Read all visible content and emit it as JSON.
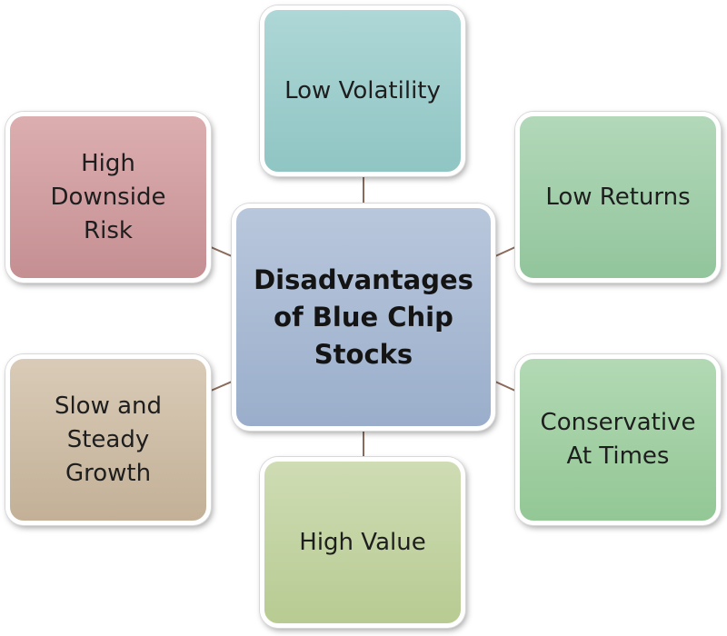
{
  "diagram": {
    "center": {
      "lines": [
        "Disadvantages",
        "of Blue Chip",
        "Stocks"
      ],
      "color": "#a9bad4"
    },
    "top": {
      "lines": [
        "Low Volatility"
      ],
      "color": "#9fcfcd"
    },
    "upper_right": {
      "lines": [
        "Low Returns"
      ],
      "color": "#a3cfaa"
    },
    "lower_right": {
      "lines": [
        "Conservative",
        "At Times"
      ],
      "color": "#a3d0a5"
    },
    "bottom": {
      "lines": [
        "High Value"
      ],
      "color": "#c4d4a3"
    },
    "lower_left": {
      "lines": [
        "Slow and",
        "Steady",
        "Growth"
      ],
      "color": "#cebea7"
    },
    "upper_left": {
      "lines": [
        "High",
        "Downside",
        "Risk"
      ],
      "color": "#d29fa2"
    },
    "connector_color": "#8a6a5a"
  }
}
